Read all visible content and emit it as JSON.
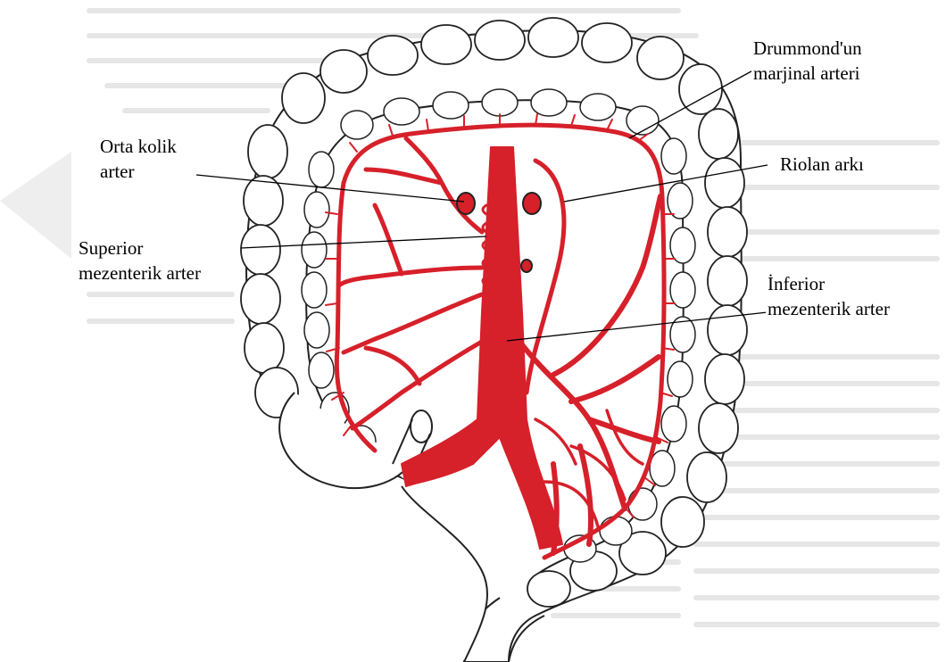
{
  "labels": {
    "orta_kolik": [
      "Orta kolik",
      "arter"
    ],
    "superior": [
      "Superior",
      "mezenterik arter"
    ],
    "drummond": [
      "Drummond'un",
      "marjinal arteri"
    ],
    "riolan": [
      "Riolan arkı"
    ],
    "inferior": [
      "İnferior",
      "mezenterik arter"
    ]
  },
  "colors": {
    "artery": "#d6202a",
    "outline": "#222222",
    "background_text": "#e2e2e2"
  }
}
